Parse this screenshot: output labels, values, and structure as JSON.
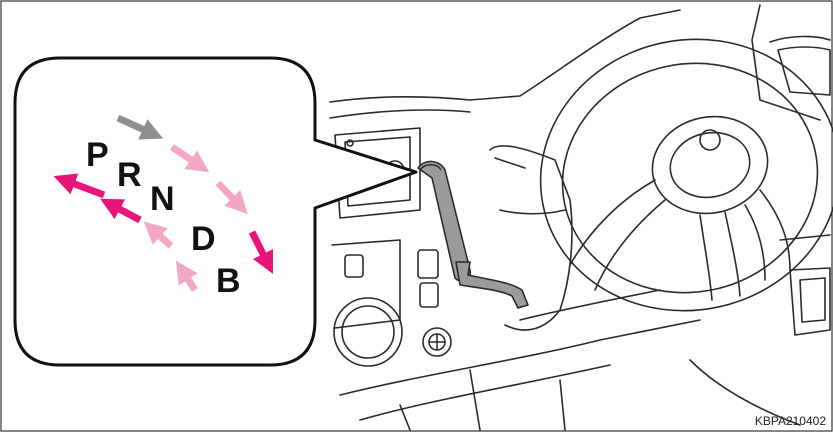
{
  "figure": {
    "id_code": "KBPA210402",
    "gear_positions": [
      "P",
      "R",
      "N",
      "D",
      "B"
    ]
  },
  "colors": {
    "line": "#2b2b2b",
    "lever": "#9b9b9b",
    "inset_border": "#111111",
    "arrow_gray": "#8f8f8f",
    "arrow_light_pink": "#f2a8c4",
    "arrow_magenta": "#e8147a"
  },
  "icons": {
    "arrows": [
      "arrow-gray",
      "arrow-light-pink",
      "arrow-magenta"
    ]
  }
}
